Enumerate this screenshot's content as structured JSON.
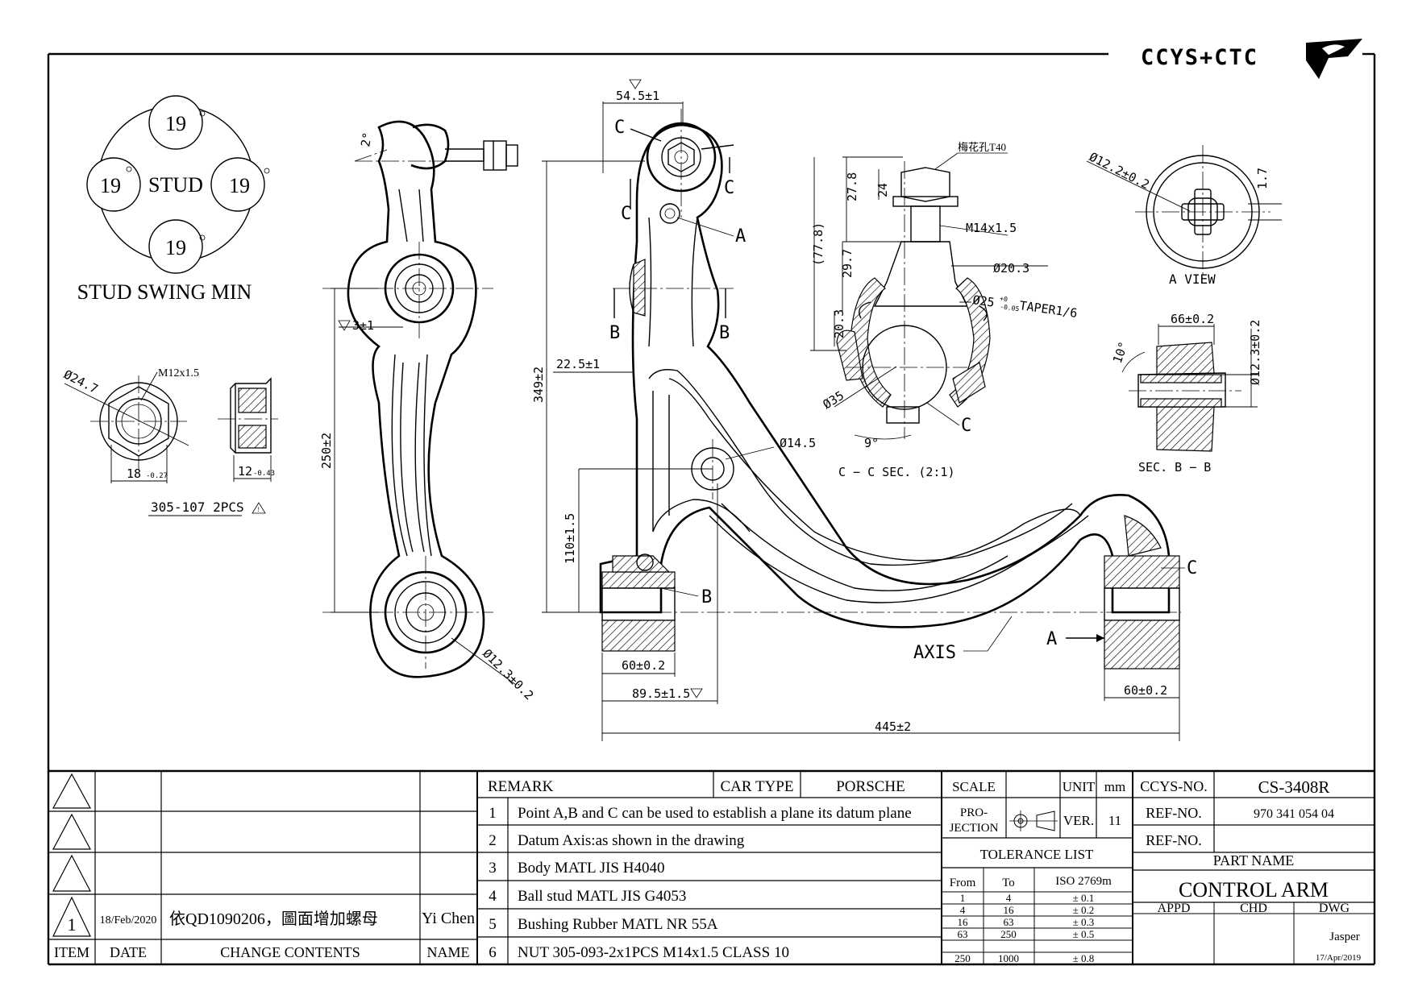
{
  "brand": {
    "logo_text": "CCYS+CTC"
  },
  "swing": {
    "center": "STUD",
    "angles": [
      "19",
      "19",
      "19",
      "19"
    ],
    "title": "STUD SWING MIN"
  },
  "nut": {
    "thread": "M12x1.5",
    "diameter": "Ø24.7",
    "across": "18",
    "across_tol": "-0.27",
    "height": "12",
    "height_tol": "-0.43",
    "part": "305-107 2PCS"
  },
  "side_view": {
    "angle": "2°",
    "drop": "3±1",
    "center_dist": "250±2",
    "bore": "Ø12.3±0.2"
  },
  "main_view": {
    "top_dim": "54.5±1",
    "height": "349±2",
    "offset_a": "22.5±1",
    "hole": "Ø14.5",
    "low_height": "110±1.5",
    "bush_width": "60±0.2",
    "inner_dist": "89.5±1.5",
    "total": "445±2",
    "rear_bush": "60±0.2",
    "label_a": "A",
    "label_b": "B",
    "label_c": "C",
    "axis": "AXIS"
  },
  "section_cc": {
    "t40": "梅花孔T40",
    "d24": "24",
    "d278": "27.8",
    "d778": "(77.8)",
    "d297": "29.7",
    "d203": "20.3",
    "thread": "M14x1.5",
    "dia203": "Ø20.3",
    "dia25": "Ø25",
    "dia25_tol_u": "+0",
    "dia25_tol_l": "-0.05",
    "taper": "TAPER1/6",
    "dia35": "Ø35",
    "angle9": "9°",
    "title": "C − C  SEC. (2:1)"
  },
  "view_a": {
    "dia": "Ø12.2±0.2",
    "gap": "1.7",
    "title": "A VIEW"
  },
  "section_bb": {
    "width": "66±0.2",
    "dia": "Ø12.3±0.2",
    "angle": "10°",
    "title": "SEC.  B − B"
  },
  "revisions": {
    "headers": {
      "item": "ITEM",
      "date": "DATE",
      "contents": "CHANGE CONTENTS",
      "name": "NAME"
    },
    "rows": [
      {
        "item": "1",
        "date": "18/Feb/2020",
        "contents": "依QD1090206，圖面增加螺母",
        "name": "Yi Chen"
      }
    ]
  },
  "remarks": {
    "label": "REMARK",
    "car_type_label": "CAR TYPE",
    "car_type": "PORSCHE",
    "items": [
      {
        "no": "1",
        "text": "Point A,B and C can be used to establish a plane its datum plane"
      },
      {
        "no": "2",
        "text": "Datum Axis:as shown in the drawing"
      },
      {
        "no": "3",
        "text": "Body MATL JIS H4040"
      },
      {
        "no": "4",
        "text": "Ball stud MATL JIS G4053"
      },
      {
        "no": "5",
        "text": "Bushing Rubber MATL NR 55A"
      },
      {
        "no": "6",
        "text": "NUT 305-093-2x1PCS M14x1.5 CLASS 10"
      }
    ]
  },
  "specs": {
    "scale_label": "SCALE",
    "scale": "",
    "unit_label": "UNIT",
    "unit": "mm",
    "projection_label_1": "PRO-",
    "projection_label_2": "JECTION",
    "ver_label": "VER.",
    "ver": "11",
    "tolerance_title": "TOLERANCE LIST",
    "tol_headers": [
      "From",
      "To",
      "ISO 2769m"
    ],
    "tolerances": [
      [
        "1",
        "4",
        "± 0.1"
      ],
      [
        "4",
        "16",
        "± 0.2"
      ],
      [
        "16",
        "63",
        "± 0.3"
      ],
      [
        "63",
        "250",
        "± 0.5"
      ],
      [
        "250",
        "1000",
        "± 0.8"
      ]
    ]
  },
  "title_block": {
    "ccys_label": "CCYS-NO.",
    "ccys_no": "CS-3408R",
    "ref_label_1": "REF-NO.",
    "ref_no_1": "970 341 054 04",
    "ref_label_2": "REF-NO.",
    "ref_no_2": "",
    "part_name_label": "PART NAME",
    "part_name": "CONTROL ARM",
    "appd_label": "APPD",
    "chd_label": "CHD",
    "dwg_label": "DWG",
    "dwg_name": "Jasper",
    "dwg_date": "17/Apr/2019"
  }
}
